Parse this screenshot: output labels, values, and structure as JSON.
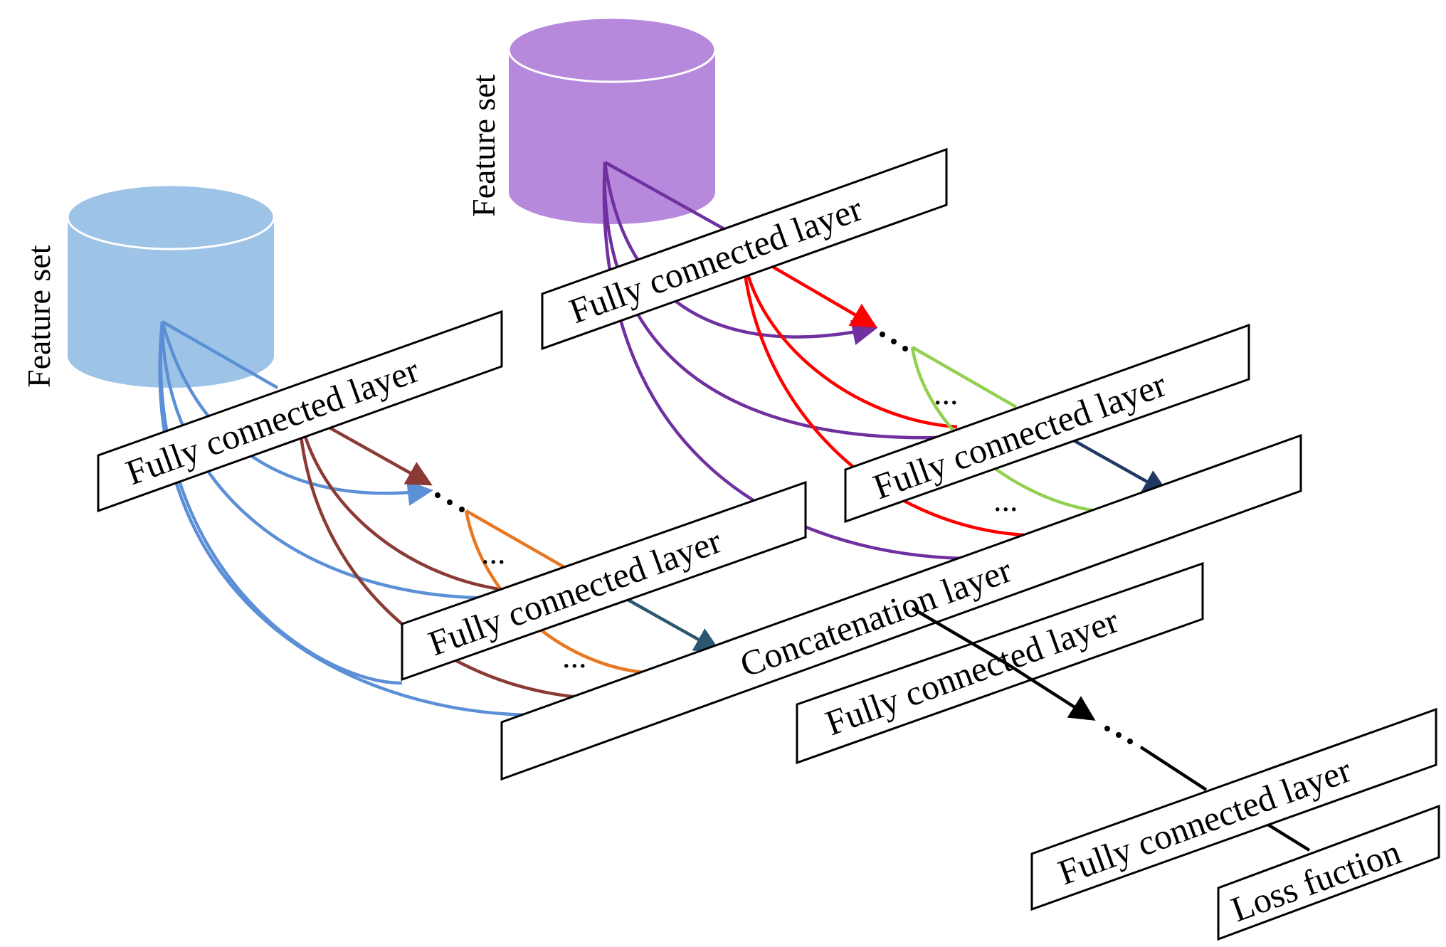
{
  "labels": {
    "feature_set_left": "Feature set",
    "feature_set_right": "Feature set",
    "fc_left_top": "Fully connected layer",
    "fc_left_bottom": "Fully connected layer",
    "fc_right_top": "Fully connected layer",
    "fc_right_bottom": "Fully connected layer",
    "concatenation": "Concatenation layer",
    "fc_after_concat": "Fully connected layer",
    "fc_final": "Fully connected layer",
    "loss": "Loss fuction",
    "ellipsis": "..."
  },
  "colors": {
    "cyl_blue": "#9dc3e6",
    "cyl_purple": "#b689dc",
    "blue": "#5b8fd6",
    "brown": "#8b3a35",
    "orange": "#e87722",
    "teal": "#2b5870",
    "purple": "#7030a0",
    "red": "#ff0000",
    "green": "#92d050",
    "navy": "#1f3864",
    "black": "#000000"
  }
}
